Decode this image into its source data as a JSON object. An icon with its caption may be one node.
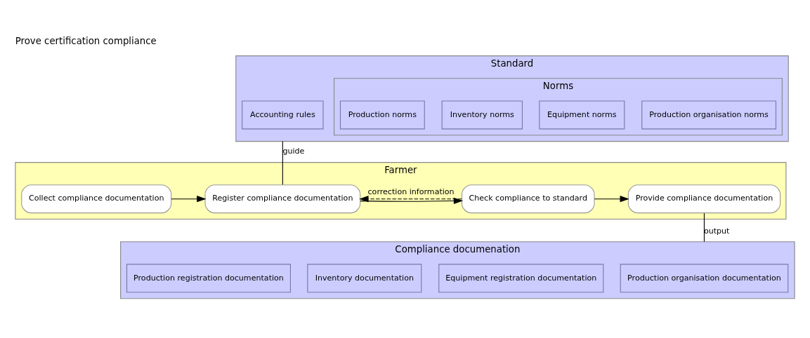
{
  "diagram": {
    "title": "Prove certification compliance",
    "nodes": [
      {
        "text": [
          "Standard"
        ]
      },
      {
        "text": [
          "Accounting rules"
        ],
        "in": 0
      },
      {
        "text": [
          "Norms"
        ],
        "in": 0
      },
      {
        "text": [
          "Production organisation norms"
        ],
        "in": 2
      },
      {
        "text": [
          "Equipment norms"
        ],
        "in": 2
      },
      {
        "text": [
          "Inventory norms"
        ],
        "in": 2
      },
      {
        "text": [
          "Production norms"
        ],
        "in": 2
      },
      {
        "text": [
          "Farmer"
        ]
      },
      {
        "text": [
          "Collect compliance documentation"
        ],
        "in": 7
      },
      {
        "text": [
          "Register compliance documentation"
        ],
        "in": 7
      },
      {
        "text": [
          "Check compliance to standard"
        ],
        "in": 7
      },
      {
        "text": [
          "Provide compliance documentation"
        ],
        "in": 7
      },
      {
        "text": [
          "Compliance documenation"
        ]
      },
      {
        "text": [
          "Production organisation documentation"
        ],
        "in": 12
      },
      {
        "text": [
          "Equipment registration documentation"
        ],
        "in": 12
      },
      {
        "text": [
          "Inventory documentation"
        ],
        "in": 12
      },
      {
        "text": [
          "Production registration documentation"
        ],
        "in": 12
      }
    ],
    "edges": [
      {
        "from": 0,
        "to": 9,
        "arrow": "none",
        "label": "guide"
      },
      {
        "from": 8,
        "to": 9,
        "arrow": "to"
      },
      {
        "from": 9,
        "to": 10,
        "arrow": "to"
      },
      {
        "from": 10,
        "to": 11,
        "arrow": "to"
      },
      {
        "from": 10,
        "to": 9,
        "arrow": "to",
        "style": "dashed",
        "label": "correction information"
      },
      {
        "from": 11,
        "to": 12,
        "arrow": "none",
        "label": "output"
      }
    ]
  }
}
